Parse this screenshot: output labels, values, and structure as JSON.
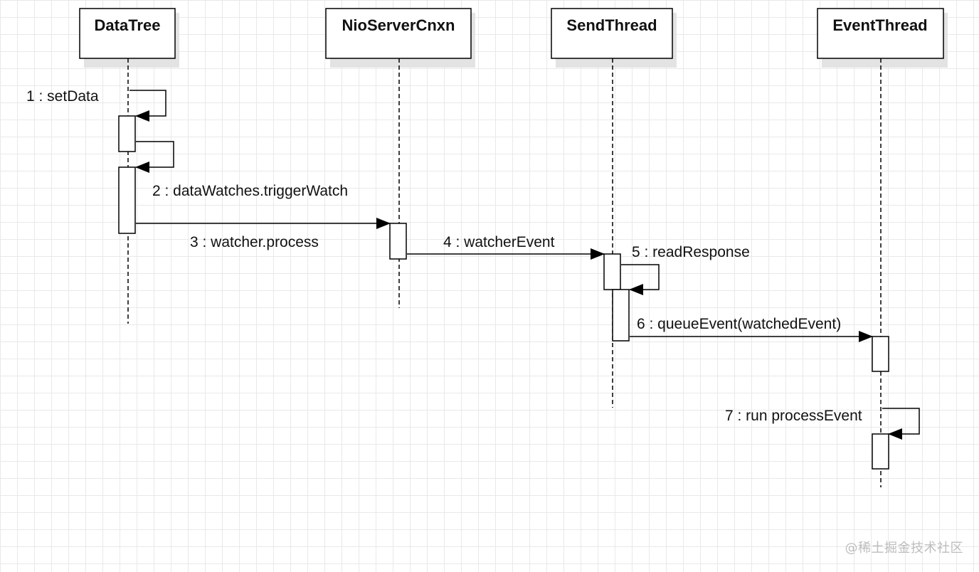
{
  "diagram": {
    "participants": [
      {
        "id": "datatree",
        "name": "DataTree"
      },
      {
        "id": "nioservercnxn",
        "name": "NioServerCnxn"
      },
      {
        "id": "sendthread",
        "name": "SendThread"
      },
      {
        "id": "eventthread",
        "name": "EventThread"
      }
    ],
    "messages": [
      {
        "id": "msg1",
        "label": "1 : setData",
        "from": "DataTree",
        "to": "DataTree",
        "kind": "self"
      },
      {
        "id": "msg2",
        "label": "2 : dataWatches.triggerWatch",
        "from": "DataTree",
        "to": "DataTree",
        "kind": "self"
      },
      {
        "id": "msg3",
        "label": "3 : watcher.process",
        "from": "DataTree",
        "to": "NioServerCnxn",
        "kind": "call"
      },
      {
        "id": "msg4",
        "label": "4 : watcherEvent",
        "from": "NioServerCnxn",
        "to": "SendThread",
        "kind": "call"
      },
      {
        "id": "msg5",
        "label": "5 : readResponse",
        "from": "SendThread",
        "to": "SendThread",
        "kind": "self"
      },
      {
        "id": "msg6",
        "label": "6 : queueEvent(watchedEvent)",
        "from": "SendThread",
        "to": "EventThread",
        "kind": "call"
      },
      {
        "id": "msg7",
        "label": "7 : run processEvent",
        "from": "EventThread",
        "to": "EventThread",
        "kind": "self"
      }
    ],
    "colors": {
      "line": "#000000",
      "shadow": "#e3e3e3",
      "grid": "#e9e9e9",
      "background": "#ffffff",
      "watermark": "#bdbdbd"
    }
  },
  "watermark": {
    "text": "@稀土掘金技术社区"
  }
}
